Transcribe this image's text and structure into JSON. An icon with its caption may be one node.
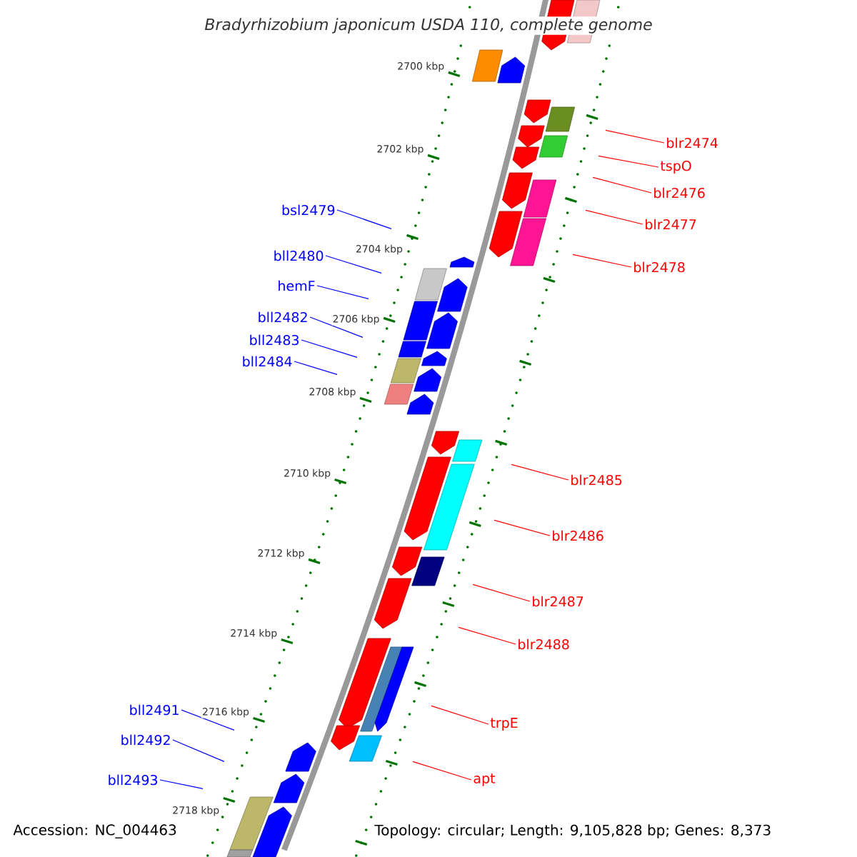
{
  "diagram": {
    "title": "Bradyrhizobium japonicum USDA 110, complete genome",
    "nodes": [
      {
        "text": [
          "blr2474"
        ]
      },
      {
        "text": [
          "tspO"
        ]
      },
      {
        "text": [
          "blr2476"
        ]
      },
      {
        "text": [
          "bsl2479"
        ]
      },
      {
        "text": [
          "blr2477"
        ]
      },
      {
        "text": [
          "bll2480"
        ]
      },
      {
        "text": [
          "blr2478"
        ]
      },
      {
        "text": [
          "hemF"
        ]
      },
      {
        "text": [
          "bll2482"
        ]
      },
      {
        "text": [
          "bll2483"
        ]
      },
      {
        "text": [
          "bll2484"
        ]
      },
      {
        "text": [
          "blr2485"
        ]
      },
      {
        "text": [
          "blr2486"
        ]
      },
      {
        "text": [
          "blr2487"
        ]
      },
      {
        "text": [
          "blr2488"
        ]
      },
      {
        "text": [
          "bll2491"
        ]
      },
      {
        "text": [
          "trpE"
        ]
      },
      {
        "text": [
          "bll2492"
        ]
      },
      {
        "text": [
          "apt"
        ]
      },
      {
        "text": [
          "bll2493"
        ]
      }
    ],
    "edges": [
      {
        "from": 0,
        "to": null,
        "arrow": "none"
      },
      {
        "from": 1,
        "to": null,
        "arrow": "none"
      },
      {
        "from": 2,
        "to": null,
        "arrow": "none"
      },
      {
        "from": 3,
        "to": null,
        "arrow": "none",
        "color": "#0000ff"
      },
      {
        "from": 4,
        "to": null,
        "arrow": "none"
      },
      {
        "from": 5,
        "to": null,
        "arrow": "none",
        "color": "#0000ff"
      },
      {
        "from": 6,
        "to": null,
        "arrow": "none"
      },
      {
        "from": 7,
        "to": null,
        "arrow": "none",
        "color": "#0000ff"
      },
      {
        "from": 8,
        "to": null,
        "arrow": "none",
        "color": "#0000ff"
      },
      {
        "from": 9,
        "to": null,
        "arrow": "none",
        "color": "#0000ff"
      },
      {
        "from": 10,
        "to": null,
        "arrow": "none",
        "color": "#0000ff"
      },
      {
        "from": 11,
        "to": null,
        "arrow": "none"
      },
      {
        "from": 12,
        "to": null,
        "arrow": "none"
      },
      {
        "from": 13,
        "to": null,
        "arrow": "none"
      },
      {
        "from": 14,
        "to": null,
        "arrow": "none"
      },
      {
        "from": 15,
        "to": null,
        "arrow": "none",
        "color": "#0000ff"
      },
      {
        "from": 16,
        "to": null,
        "arrow": "none"
      },
      {
        "from": 17,
        "to": null,
        "arrow": "none",
        "color": "#0000ff"
      },
      {
        "from": 18,
        "to": null,
        "arrow": "none"
      },
      {
        "from": 19,
        "to": null,
        "arrow": "none",
        "color": "#0000ff"
      }
    ],
    "labels": [
      "2700 kbp",
      "2702 kbp",
      "2704 kbp",
      "2706 kbp",
      "2708 kbp",
      "2710 kbp",
      "2712 kbp",
      "2714 kbp",
      "2716 kbp",
      "2718 kbp",
      "Accession: NC_004463",
      "Topology: circular; Length: 9,105,828 bp; Genes: 8,373"
    ]
  }
}
